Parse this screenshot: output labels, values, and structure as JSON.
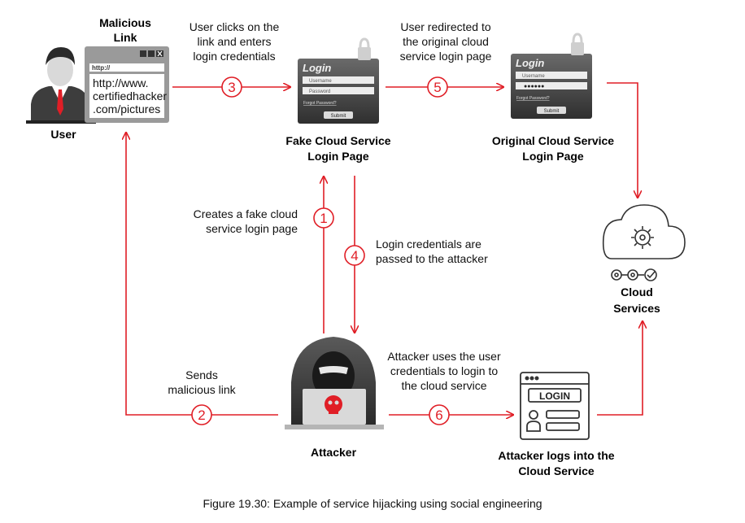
{
  "user": {
    "label": "User"
  },
  "malicious_link": {
    "title_line1": "Malicious",
    "title_line2": "Link",
    "browser_prefix": "http://",
    "url_line1": "http://www.",
    "url_line2": "certifiedhacker",
    "url_line3": ".com/pictures"
  },
  "step3_text": [
    "User clicks on the",
    "link and enters",
    "login credentials"
  ],
  "step5_text": [
    "User redirected to",
    "the original cloud",
    "service login page"
  ],
  "fake_login": {
    "title": "Login",
    "username": "Username",
    "password": "Password",
    "forgot": "Forgot Password?",
    "submit": "Submit",
    "caption_line1": "Fake Cloud Service",
    "caption_line2": "Login Page"
  },
  "original_login": {
    "title": "Login",
    "username": "Username",
    "password_mask": "●●●●●●",
    "forgot": "Forgot Password?",
    "submit": "Submit",
    "caption_line1": "Original Cloud Service",
    "caption_line2": "Login Page"
  },
  "step1_text": [
    "Creates a fake cloud",
    "service login page"
  ],
  "step4_text": [
    "Login credentials are",
    "passed to the attacker"
  ],
  "step2_text": [
    "Sends",
    "malicious link"
  ],
  "step6_text": [
    "Attacker uses the user",
    "credentials to login to",
    "the cloud service"
  ],
  "cloud": {
    "label_line1": "Cloud",
    "label_line2": "Services"
  },
  "attacker": {
    "label": "Attacker"
  },
  "attacker_login": {
    "screen_text": "LOGIN",
    "caption_line1": "Attacker logs into the",
    "caption_line2": "Cloud Service"
  },
  "steps": {
    "s1": "1",
    "s2": "2",
    "s3": "3",
    "s4": "4",
    "s5": "5",
    "s6": "6"
  },
  "caption": "Figure 19.30: Example of service hijacking using social engineering",
  "colors": {
    "accent": "#e01e26",
    "dark": "#3a3a3a",
    "login_bg": "#4a4a4a"
  }
}
